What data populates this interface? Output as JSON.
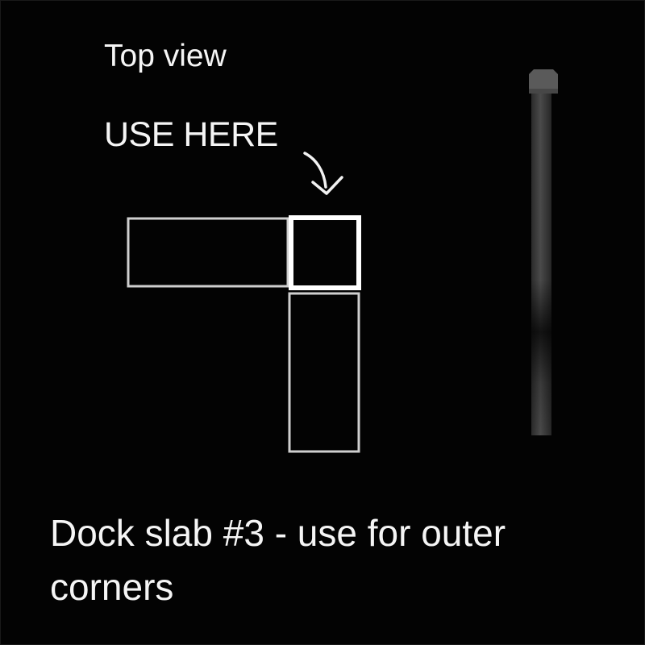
{
  "labels": {
    "view": "Top view",
    "pointer": "USE HERE",
    "caption": "Dock slab #3 - use for outer corners"
  },
  "diagram": {
    "slabs": [
      {
        "id": "horizontal-slab",
        "highlighted": false
      },
      {
        "id": "corner-slab",
        "highlighted": true
      },
      {
        "id": "vertical-slab",
        "highlighted": false
      }
    ],
    "post": {
      "shown": true
    }
  },
  "colors": {
    "background": "#030303",
    "text": "#f5f5f5",
    "outline": "#d4d4d4",
    "highlight": "#ffffff",
    "post": "#3e3e3e"
  }
}
